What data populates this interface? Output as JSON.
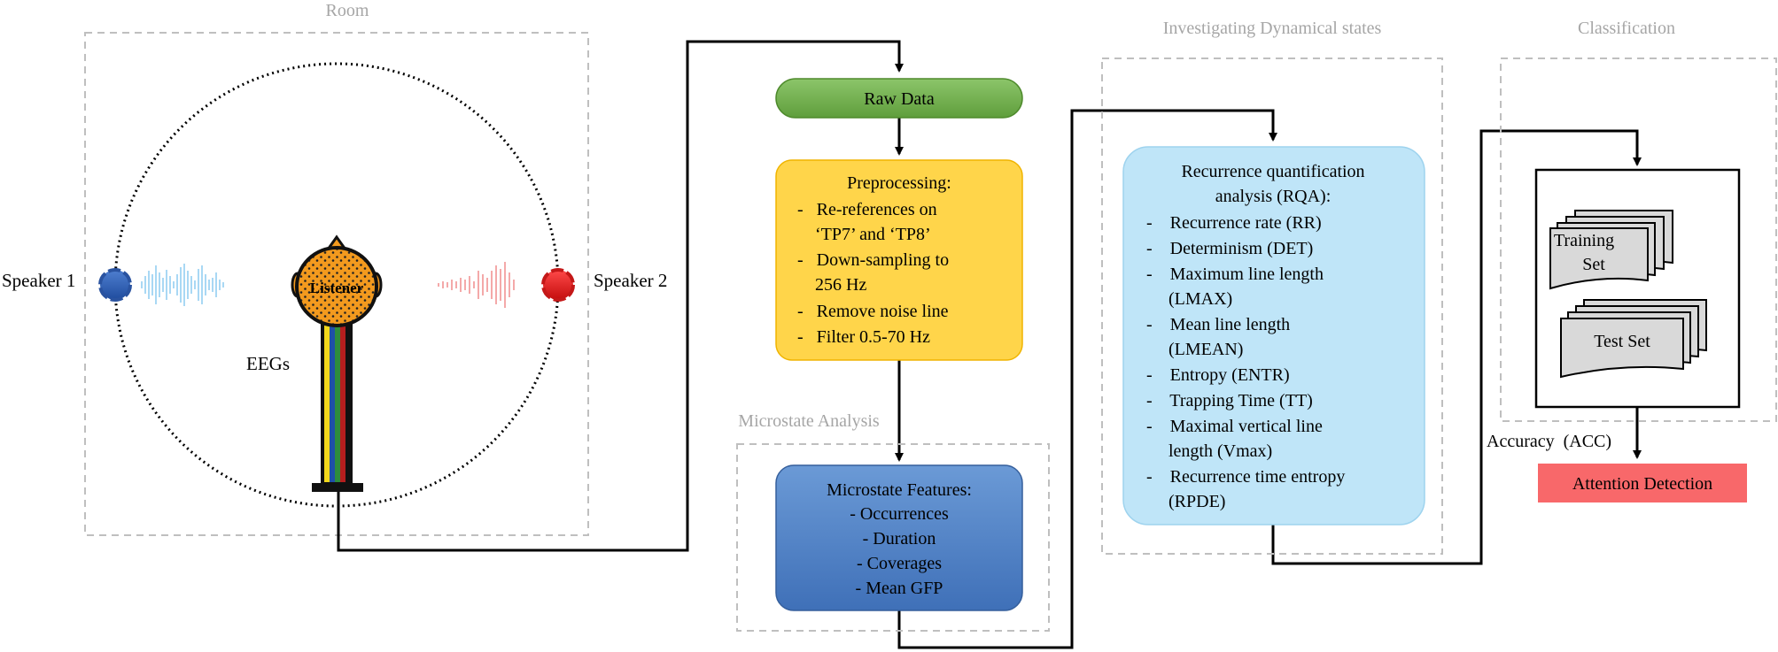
{
  "sections": {
    "room": "Room",
    "investigating": "Investigating Dynamical states",
    "classification": "Classification",
    "microstate_analysis": "Microstate Analysis"
  },
  "room": {
    "speaker1": "Speaker 1",
    "speaker2": "Speaker 2",
    "listener": "Listener",
    "eegs": "EEGs"
  },
  "raw_data": "Raw Data",
  "preprocessing": {
    "title": "Preprocessing:",
    "lines": [
      "-   Re-references on",
      "    ‘TP7’ and ‘TP8’",
      "-   Down-sampling to",
      "    256 Hz",
      "-   Remove noise line",
      "-   Filter 0.5-70 Hz"
    ]
  },
  "microstate": {
    "title": "Microstate Features:",
    "items": [
      "- Occurrences",
      "- Duration",
      "- Coverages",
      "- Mean GFP"
    ]
  },
  "rqa": {
    "title_lines": [
      "Recurrence quantification",
      "analysis (RQA):"
    ],
    "lines": [
      "-    Recurrence rate (RR)",
      "-    Determinism (DET)",
      "-    Maximum line length",
      "     (LMAX)",
      "-    Mean line length",
      "     (LMEAN)",
      "-    Entropy (ENTR)",
      "-    Trapping Time (TT)",
      "-    Maximal vertical line",
      "     length (Vmax)",
      "-    Recurrence time entropy",
      "     (RPDE)"
    ]
  },
  "classification": {
    "training_set": [
      "Training",
      "Set"
    ],
    "test_set": "Test Set",
    "accuracy": "Accuracy  (ACC)",
    "result": "Attention Detection"
  },
  "colors": {
    "raw_data": "#70ad47",
    "preprocessing": "#ffd54a",
    "microstate": "#4f81c7",
    "rqa": "#bfe5f8",
    "attention": "#f8686a",
    "speaker1": "#2f5fb3",
    "speaker2": "#e0201f",
    "listener": "#f39a1e",
    "dashed": "#bfbfbf"
  },
  "icons": {
    "speaker1": "speaker-icon",
    "speaker2": "speaker-icon",
    "listener": "head-icon",
    "waveform1": "waveform-icon",
    "waveform2": "waveform-icon",
    "electrode_cable": "cable-icon"
  }
}
